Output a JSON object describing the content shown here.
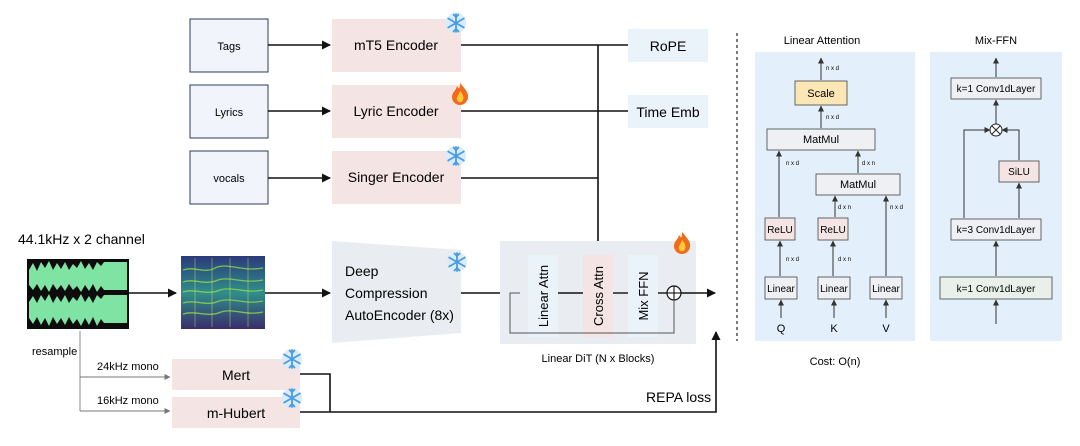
{
  "inputs": {
    "tags": "Tags",
    "lyrics": "Lyrics",
    "vocals": "vocals",
    "audio_label": "44.1kHz x 2 channel"
  },
  "encoders": {
    "mt5": "mT5 Encoder",
    "lyric": "Lyric Encoder",
    "singer": "Singer Encoder",
    "dcae_line1": "Deep",
    "dcae_line2": "Compression",
    "dcae_line3": "AutoEncoder (8x)",
    "mert": "Mert",
    "mhubert": "m-Hubert"
  },
  "side": {
    "rope": "RoPE",
    "time_emb": "Time Emb"
  },
  "dit": {
    "linear_attn": "Linear Attn",
    "cross_attn": "Cross Attn",
    "mix_ffn": "Mix FFN",
    "caption": "Linear DiT (N x Blocks)"
  },
  "resample": {
    "label": "resample",
    "mono24": "24kHz mono",
    "mono16": "16kHz mono"
  },
  "repa_loss": "REPA loss",
  "linear_attention": {
    "title": "Linear Attention",
    "scale": "Scale",
    "matmul": "MatMul",
    "relu": "ReLU",
    "linear": "Linear",
    "q": "Q",
    "k": "K",
    "v": "V",
    "dim_nxd": "n x d",
    "dim_dxn": "d x n",
    "cost": "Cost: O(n)"
  },
  "mix_ffn": {
    "title": "Mix-FFN",
    "conv_k1": "k=1 Conv1dLayer",
    "conv_k3": "k=3 Conv1dLayer",
    "silu": "SiLU",
    "multiply": "⊗"
  },
  "colors": {
    "pink": "#f5e4e4",
    "light_blue": "#eaf2fa",
    "panel_blue": "#e3effa",
    "gray_panel": "#e9edf1",
    "input_box": "#f1f4fb",
    "scale_yellow": "#fbe6b5",
    "waveform_green": "#7fe3a3"
  },
  "icons": {
    "frozen": "snowflake-icon",
    "trainable": "fire-icon"
  }
}
